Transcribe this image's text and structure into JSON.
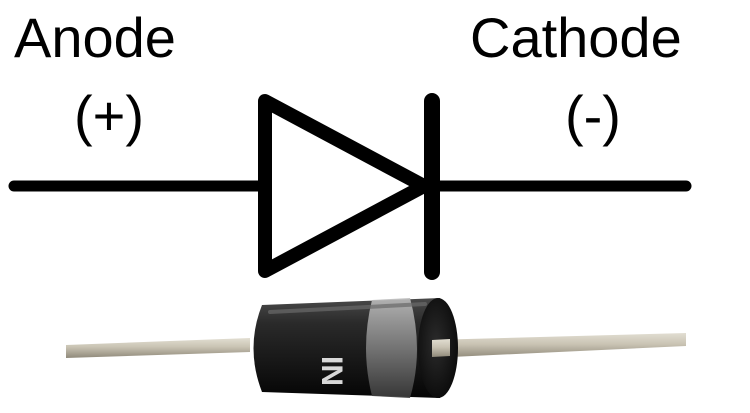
{
  "anode": {
    "title": "Anode",
    "polarity": "(+)"
  },
  "cathode": {
    "title": "Cathode",
    "polarity": "(-)"
  },
  "component_markings": {
    "text": "IN"
  },
  "colors": {
    "ink": "#000000",
    "background": "#ffffff",
    "lead_silver": "#b8b3a6",
    "body_black": "#1a1a1a",
    "band_gray": "#8a8a8a"
  }
}
